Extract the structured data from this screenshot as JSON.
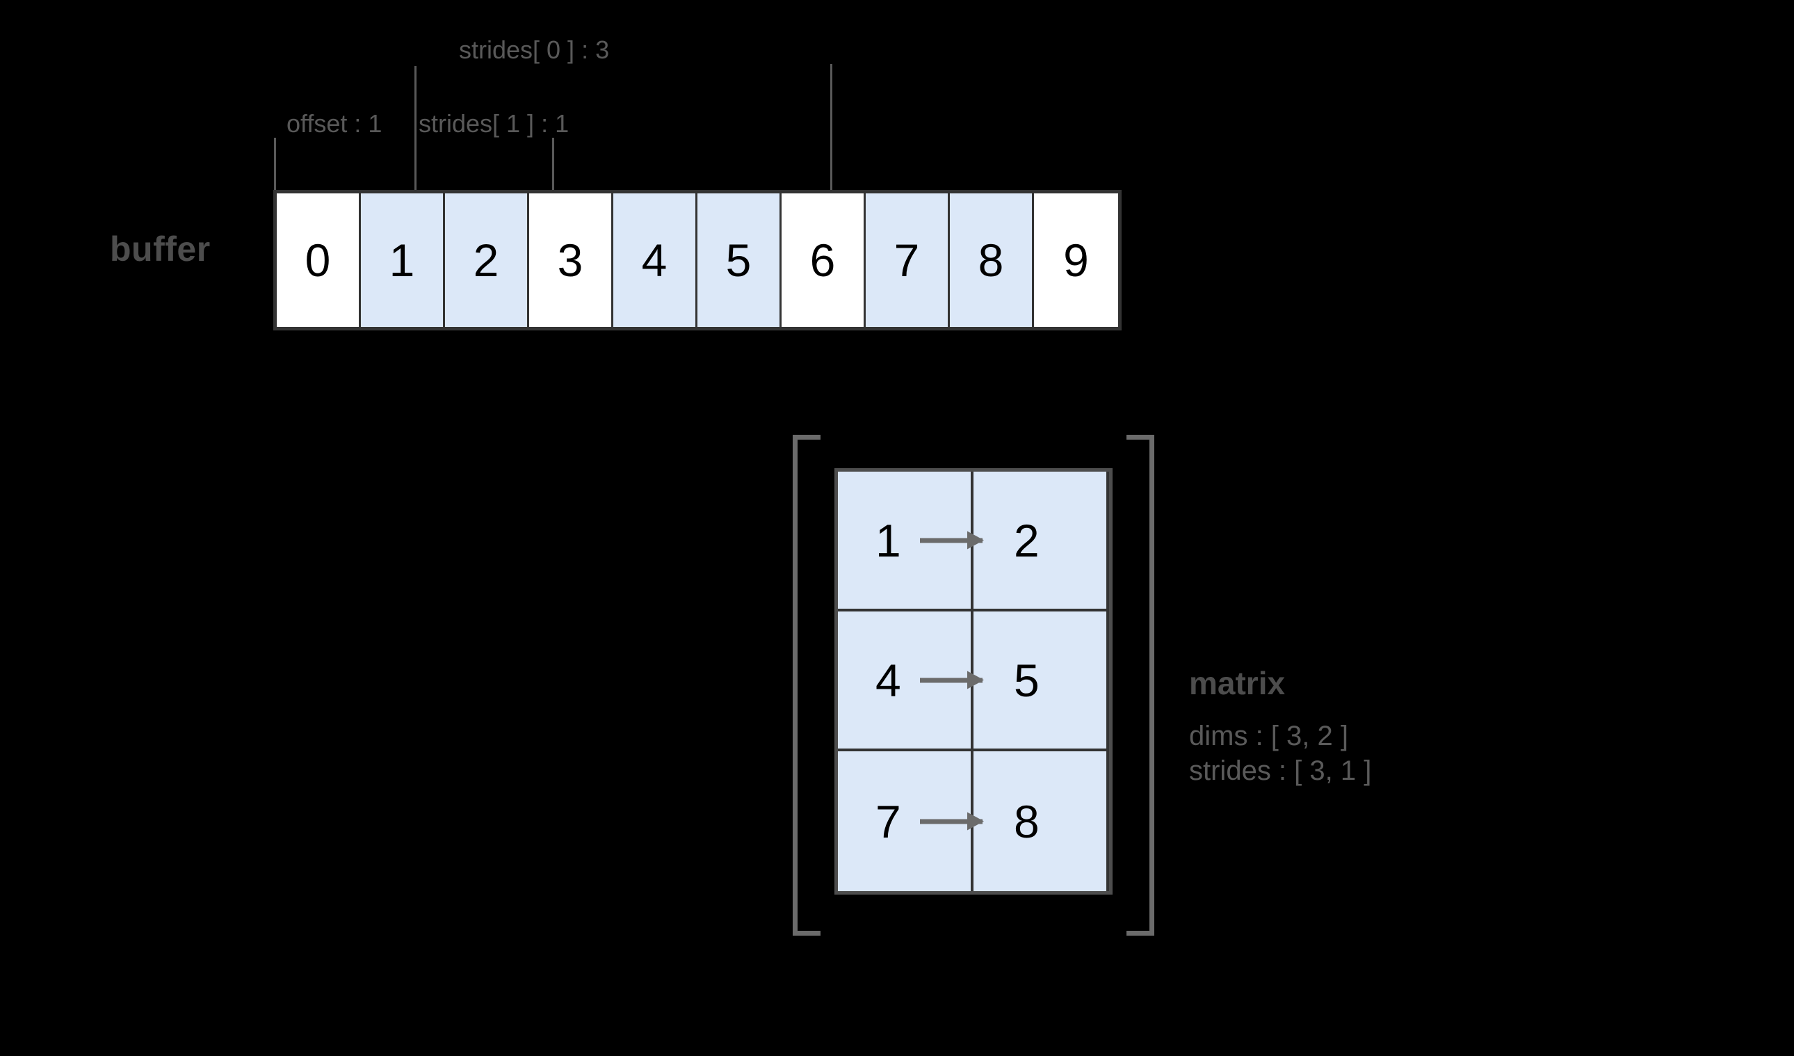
{
  "buffer": {
    "label": "buffer",
    "cells": [
      {
        "value": "0",
        "highlighted": false
      },
      {
        "value": "1",
        "highlighted": true
      },
      {
        "value": "2",
        "highlighted": true
      },
      {
        "value": "3",
        "highlighted": false
      },
      {
        "value": "4",
        "highlighted": true
      },
      {
        "value": "5",
        "highlighted": true
      },
      {
        "value": "6",
        "highlighted": false
      },
      {
        "value": "7",
        "highlighted": true
      },
      {
        "value": "8",
        "highlighted": true
      },
      {
        "value": "9",
        "highlighted": false
      }
    ]
  },
  "annotations": {
    "offset": "offset : 1",
    "stride0": "strides[ 0 ] : 3",
    "stride1": "strides[ 1 ] : 1"
  },
  "matrix": {
    "title": "matrix",
    "dims": "dims : [ 3, 2 ]",
    "strides": "strides : [ 3, 1 ]",
    "rows": [
      {
        "left": "1",
        "right": "2"
      },
      {
        "left": "4",
        "right": "5"
      },
      {
        "left": "7",
        "right": "8"
      }
    ]
  },
  "colors": {
    "highlight": "#dce8f8",
    "plain": "#ffffff",
    "border": "#333333",
    "annotation_text": "#595959",
    "background": "#000000"
  }
}
